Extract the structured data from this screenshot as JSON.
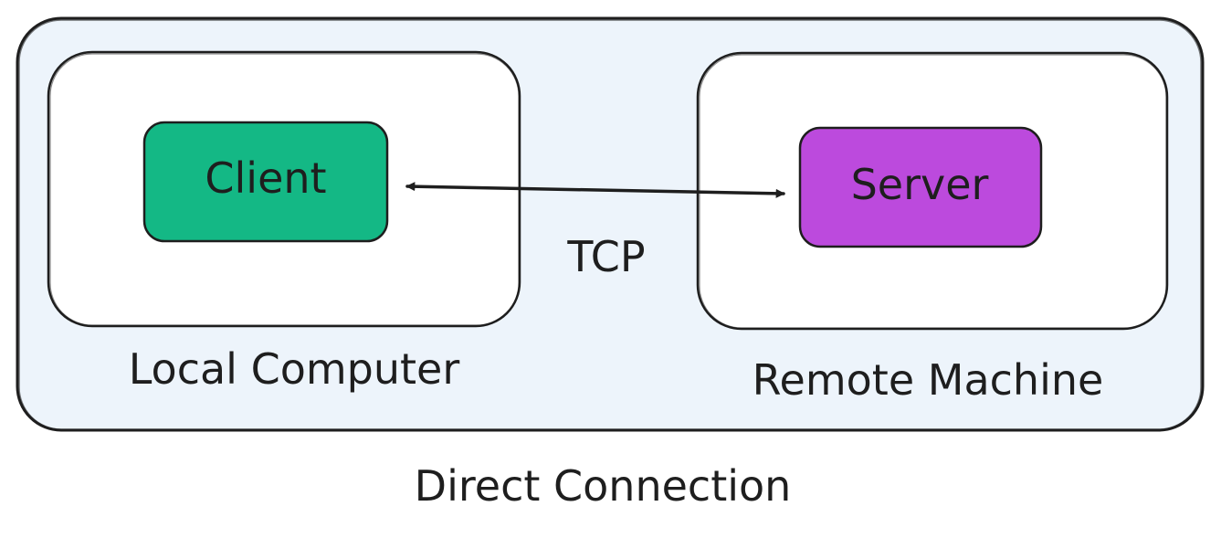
{
  "diagram": {
    "caption": "Direct Connection",
    "protocol_label": "TCP",
    "local": {
      "label": "Local Computer",
      "process": "Client"
    },
    "remote": {
      "label": "Remote Machine",
      "process": "Server"
    },
    "colors": {
      "outer_fill": "#edf4fb",
      "machine_fill": "#ffffff",
      "client_fill": "#14b885",
      "server_fill": "#bc4add",
      "stroke": "#1e1e1e"
    },
    "connection": {
      "from": "Client",
      "to": "Server",
      "direction": "bidirectional"
    }
  }
}
